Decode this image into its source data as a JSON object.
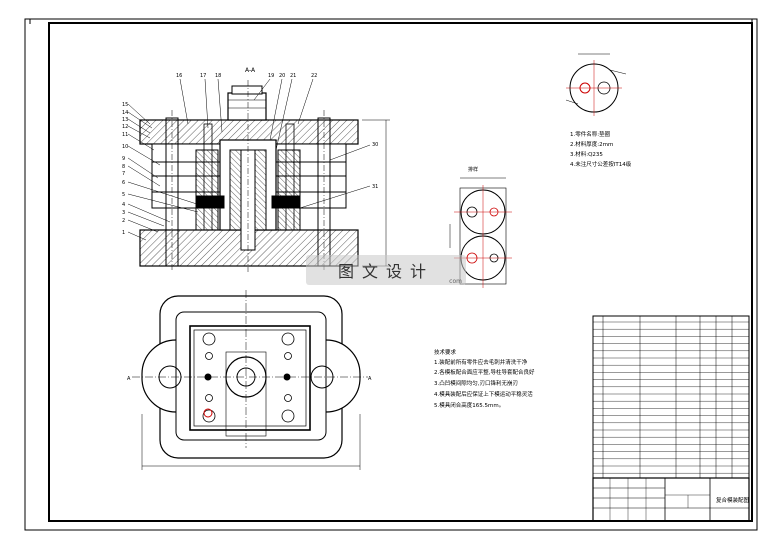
{
  "section_label": "A-A",
  "front_view_balloons": {
    "top": [
      "16",
      "17",
      "18",
      "19",
      "20",
      "21",
      "22"
    ],
    "left": [
      "15",
      "14",
      "13",
      "12",
      "11",
      "10",
      "9",
      "8",
      "7",
      "6",
      "5",
      "4",
      "3",
      "2",
      "1"
    ],
    "right": [
      "30",
      "31"
    ],
    "plan_marks": [
      "A",
      "A"
    ]
  },
  "part_view_title": "排样",
  "part_notes": {
    "title": "技术要求",
    "lines": [
      "1.零件名称:垫圈",
      "2.材料厚度:2mm",
      "3.材料:Q235",
      "4.未注尺寸公差按IT14级"
    ]
  },
  "tech_requirements": {
    "title": "技术要求",
    "lines": [
      "1.装配前所有零件应去毛刺并清洗干净",
      "2.各模板配合面应平整,导柱导套配合良好",
      "3.凸凹模间隙均匀,刃口锋利无崩刃",
      "4.模具装配后应保证上下模运动平稳灵活",
      "5.模具闭合高度165.5mm。"
    ]
  },
  "title_block": {
    "drawing_name": "复合模装配图"
  },
  "watermark": {
    "text": "图文设计",
    "sub": "com"
  }
}
